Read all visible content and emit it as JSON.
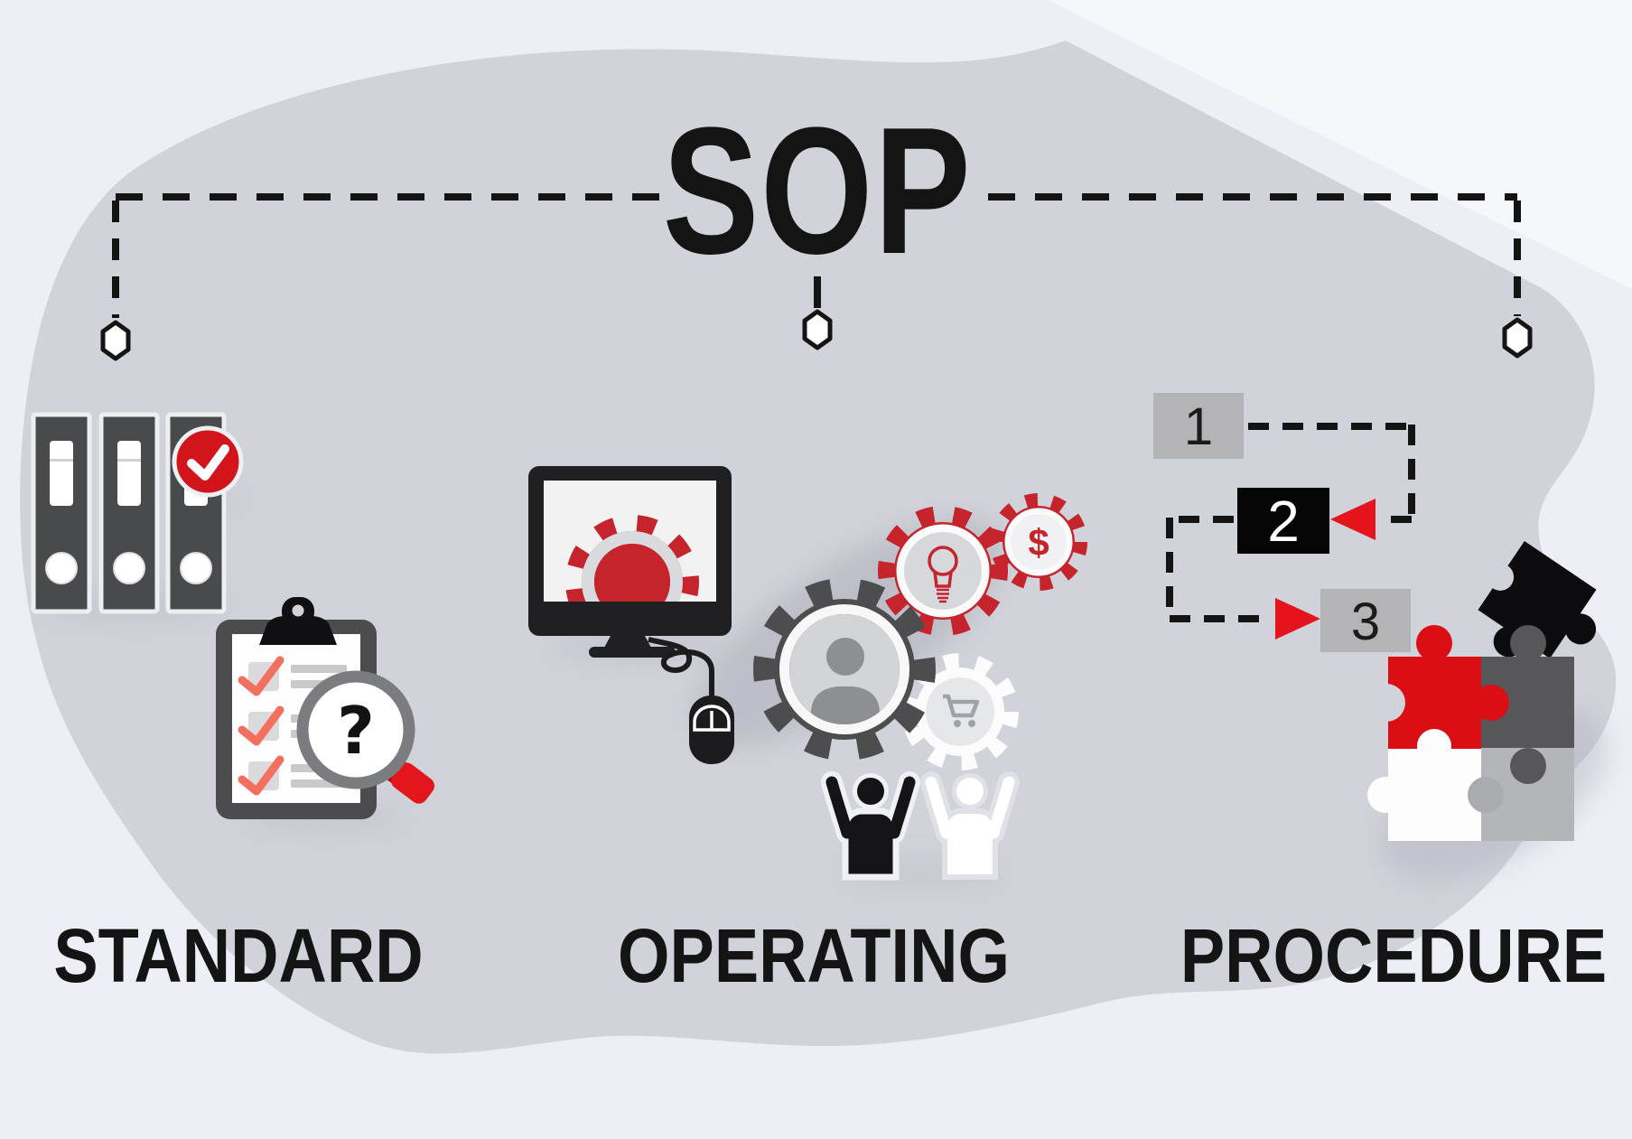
{
  "title": "SOP",
  "labels": {
    "standard": "STANDARD",
    "operating": "OPERATING",
    "procedure": "PROCEDURE"
  },
  "steps": {
    "one": "1",
    "two": "2",
    "three": "3"
  },
  "glyphs": {
    "question": "?",
    "dollar": "$"
  },
  "icons": {
    "left": [
      "binders-icon",
      "check-circle-icon",
      "checklist-clipboard-icon",
      "magnifier-question-icon"
    ],
    "center": [
      "monitor-gear-icon",
      "mouse-icon",
      "person-gear-icon",
      "lightbulb-gear-icon",
      "dollar-gear-icon",
      "cart-gear-icon",
      "people-cheering-icon"
    ],
    "right": [
      "step-flow-icon",
      "puzzle-pieces-icon"
    ],
    "connectors": [
      "dashed-line",
      "hexagon-node"
    ]
  },
  "colors": {
    "background": "#edeff6",
    "blob": "#d1d3db",
    "red": "#d2151b",
    "gear_red": "#c5242d",
    "salmon_check": "#f3705e",
    "dark_gray": "#4a4a4c",
    "box_gray": "#b4b4b6",
    "black": "#141414"
  }
}
